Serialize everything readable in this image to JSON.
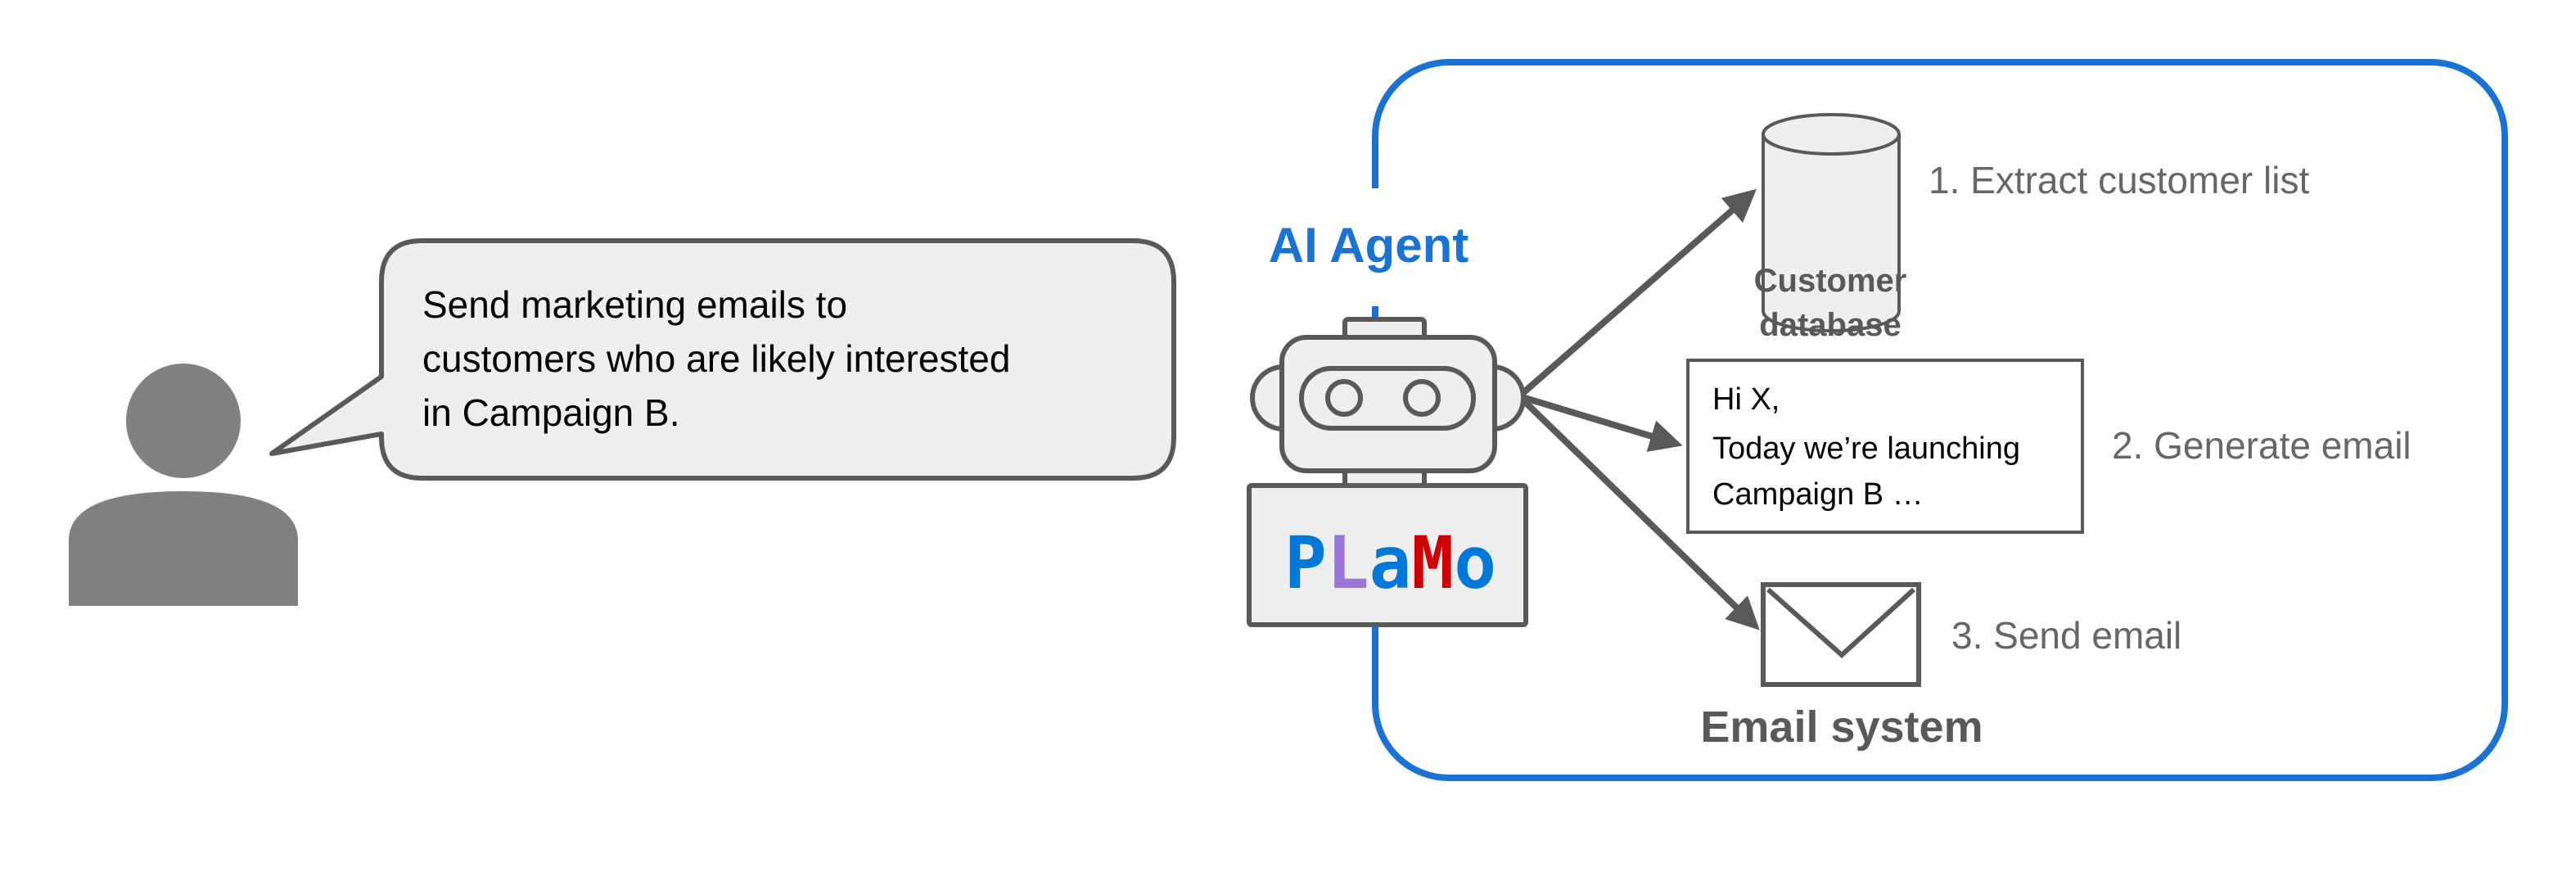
{
  "user": {
    "request_lines": [
      "Send marketing emails to",
      "customers who are likely interested",
      "in Campaign B."
    ]
  },
  "agent": {
    "title": "AI Agent",
    "logo_text": "PLaMo"
  },
  "database": {
    "label_lines": [
      "Customer",
      "database"
    ],
    "step": "1. Extract customer list"
  },
  "email_draft": {
    "lines": [
      "Hi X,",
      "Today we’re launching",
      "Campaign B …"
    ],
    "step": "2. Generate email"
  },
  "email_system": {
    "label": "Email system",
    "step": "3. Send email"
  },
  "colors": {
    "accent_blue": "#1a73d4",
    "outline_gray": "#595959",
    "fill_gray": "#eeeeee",
    "person_gray": "#808080"
  }
}
